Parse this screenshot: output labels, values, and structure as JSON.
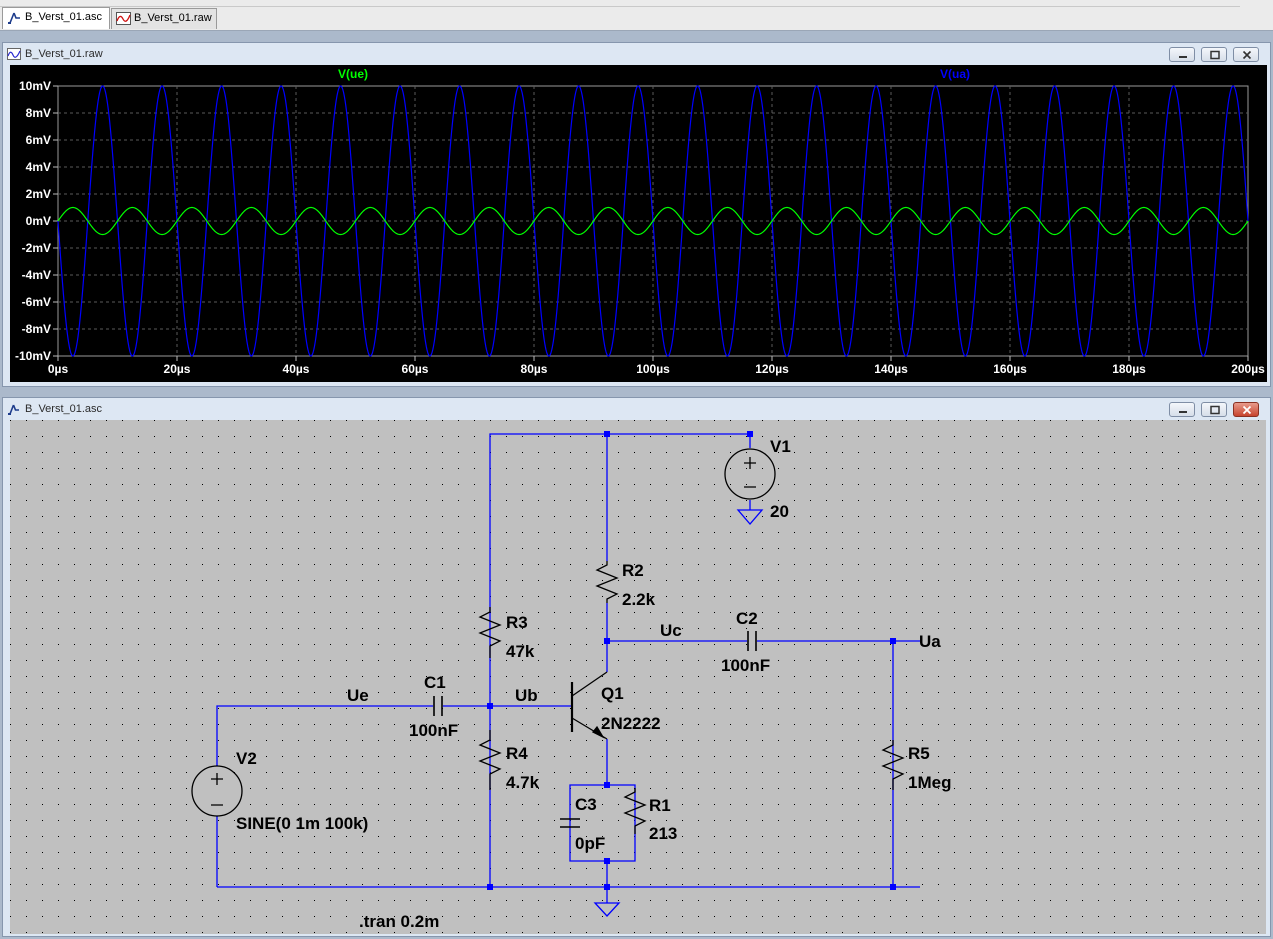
{
  "tabs": [
    {
      "label": "B_Verst_01.asc",
      "icon": "schematic-icon",
      "active": true
    },
    {
      "label": "B_Verst_01.raw",
      "icon": "waveform-icon",
      "active": false
    }
  ],
  "waveform_window": {
    "title": "B_Verst_01.raw",
    "icon": "waveform-icon"
  },
  "schematic_window": {
    "title": "B_Verst_01.asc",
    "icon": "schematic-icon"
  },
  "colors": {
    "plot_bg": "#000000",
    "trace_ue": "#00ff00",
    "trace_ua": "#0000ff",
    "plot_grid": "#5a5a5a",
    "axis_labels": "#ffffff",
    "schematic_bg": "#c0c0c0",
    "wire": "#0000ff",
    "component_label": "#000000"
  },
  "chart_data": {
    "type": "line",
    "xlabel": "",
    "ylabel": "",
    "xlim": [
      0,
      200
    ],
    "ylim": [
      -10,
      10
    ],
    "x_ticks": [
      "0µs",
      "20µs",
      "40µs",
      "60µs",
      "80µs",
      "100µs",
      "120µs",
      "140µs",
      "160µs",
      "180µs",
      "200µs"
    ],
    "y_ticks": [
      "10mV",
      "8mV",
      "6mV",
      "4mV",
      "2mV",
      "0mV",
      "-2mV",
      "-4mV",
      "-6mV",
      "-8mV",
      "-10mV"
    ],
    "x_unit": "µs",
    "y_unit": "mV",
    "grid": true,
    "series": [
      {
        "name": "V(ue)",
        "color": "#00ff00",
        "waveform": "sine",
        "amplitude_mV": 1,
        "frequency_kHz": 100,
        "phase": "in-phase"
      },
      {
        "name": "V(ua)",
        "color": "#0000ff",
        "waveform": "sine",
        "amplitude_mV": 10,
        "frequency_kHz": 100,
        "phase": "inverted"
      }
    ]
  },
  "schematic": {
    "components": [
      {
        "ref": "V1",
        "value": "20",
        "type": "voltage-source"
      },
      {
        "ref": "V2",
        "value": "SINE(0 1m 100k)",
        "type": "voltage-source"
      },
      {
        "ref": "R1",
        "value": "213",
        "type": "resistor"
      },
      {
        "ref": "R2",
        "value": "2.2k",
        "type": "resistor"
      },
      {
        "ref": "R3",
        "value": "47k",
        "type": "resistor"
      },
      {
        "ref": "R4",
        "value": "4.7k",
        "type": "resistor"
      },
      {
        "ref": "R5",
        "value": "1Meg",
        "type": "resistor"
      },
      {
        "ref": "C1",
        "value": "100nF",
        "type": "capacitor"
      },
      {
        "ref": "C2",
        "value": "100nF",
        "type": "capacitor"
      },
      {
        "ref": "C3",
        "value": "0pF",
        "type": "capacitor"
      },
      {
        "ref": "Q1",
        "value": "2N2222",
        "type": "npn-transistor"
      }
    ],
    "net_labels": {
      "ue": "Ue",
      "ub": "Ub",
      "uc": "Uc",
      "ua": "Ua"
    },
    "directive": ".tran 0.2m"
  }
}
